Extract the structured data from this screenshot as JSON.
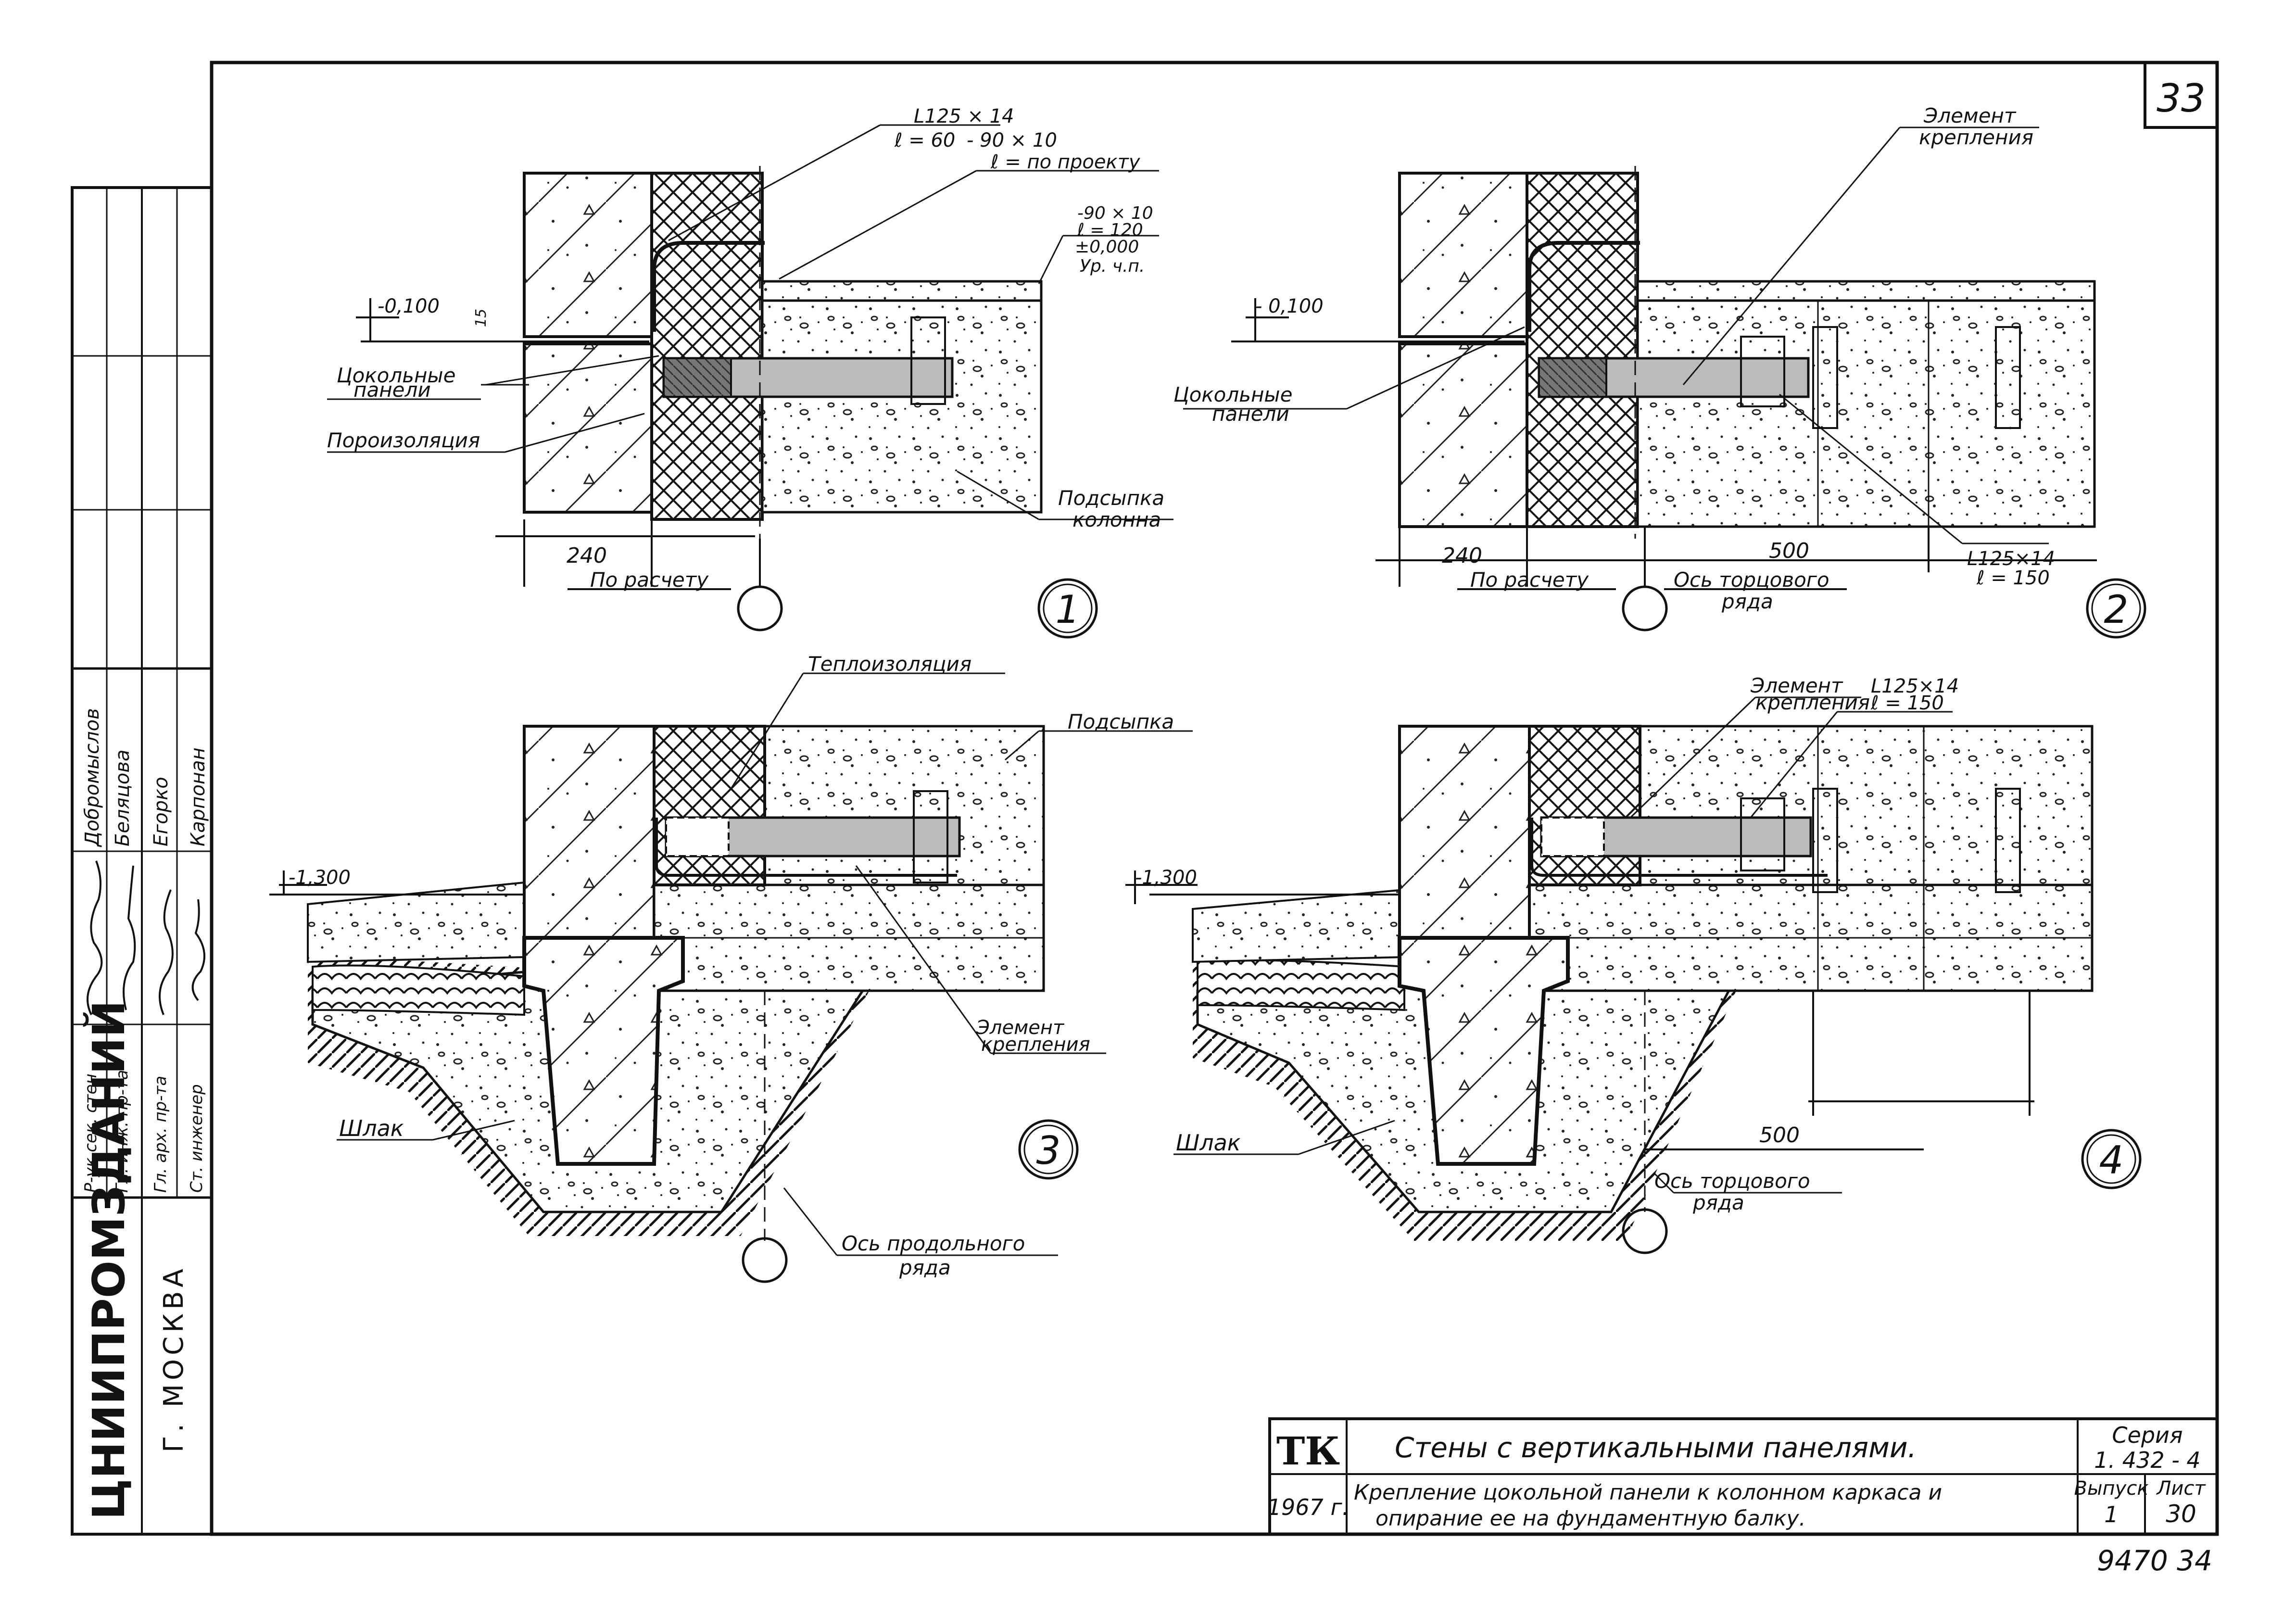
{
  "sheet_number": "33",
  "stamp": {
    "org": "ЦНИИПРОМЗДАНИЙ",
    "city": "Г. МОСКВА",
    "roles": [
      "Р-ук сек. стен",
      "Гл. инж. пр-та",
      "Гл. арх. пр-та",
      "Ст. инженер"
    ],
    "names": [
      "Добромыслов",
      "Беляцова",
      "Егорко",
      "Карпонан"
    ]
  },
  "title_block": {
    "logo": "ТК",
    "year": "1967 г.",
    "title": "Стены с вертикальными панелями.",
    "subtitle_line1": "Крепление цокольной панели к колонном каркаса и",
    "subtitle_line2": "опирание ее на фундаментную балку.",
    "series_label": "Серия",
    "series_value": "1. 432 - 4",
    "issue_label": "Выпуск",
    "issue_value": "1",
    "sheet_label": "Лист",
    "sheet_value": "30",
    "archive_number": "9470 34"
  },
  "detail1": {
    "number": "1",
    "level": "-0,100",
    "gap": "15",
    "angle_label": "L125 × 14",
    "angle_len": "ℓ = 60",
    "plate_label": "- 90 × 10",
    "plate_len": "ℓ = по проекту",
    "plate2_label": "-90 × 10",
    "plate2_len": "ℓ = 120",
    "zero_level": "±0,000",
    "floor_level": "Ур. ч.п.",
    "label_panels_1": "Цокольные",
    "label_panels_2": "панели",
    "label_insulation": "Пороизоляция",
    "label_fill_1": "Подсыпка",
    "label_fill_2": "колонна",
    "dim_240": "240",
    "dim_calc": "По расчету"
  },
  "detail2": {
    "number": "2",
    "level": "- 0,100",
    "label_element_1": "Элемент",
    "label_element_2": "крепления",
    "label_panels_1": "Цокольные",
    "label_panels_2": "панели",
    "dim_240": "240",
    "dim_calc": "По расчету",
    "dim_500": "500",
    "axis_1": "Ось торцового",
    "axis_2": "ряда",
    "angle_label": "L125×14",
    "angle_len": "ℓ = 150"
  },
  "detail3": {
    "number": "3",
    "level": "-1,300",
    "label_thermal": "Теплоизоляция",
    "label_fill": "Подсыпка",
    "label_slag": "Шлак",
    "label_element_1": "Элемент",
    "label_element_2": "крепления",
    "axis_1": "Ось продольного",
    "axis_2": "ряда"
  },
  "detail4": {
    "number": "4",
    "level": "-1,300",
    "label_element_1": "Элемент",
    "label_element_2": "крепления",
    "angle_label": "L125×14",
    "angle_len": "ℓ = 150",
    "label_slag": "Шлак",
    "dim_500": "500",
    "axis_1": "Ось торцового",
    "axis_2": "ряда"
  }
}
